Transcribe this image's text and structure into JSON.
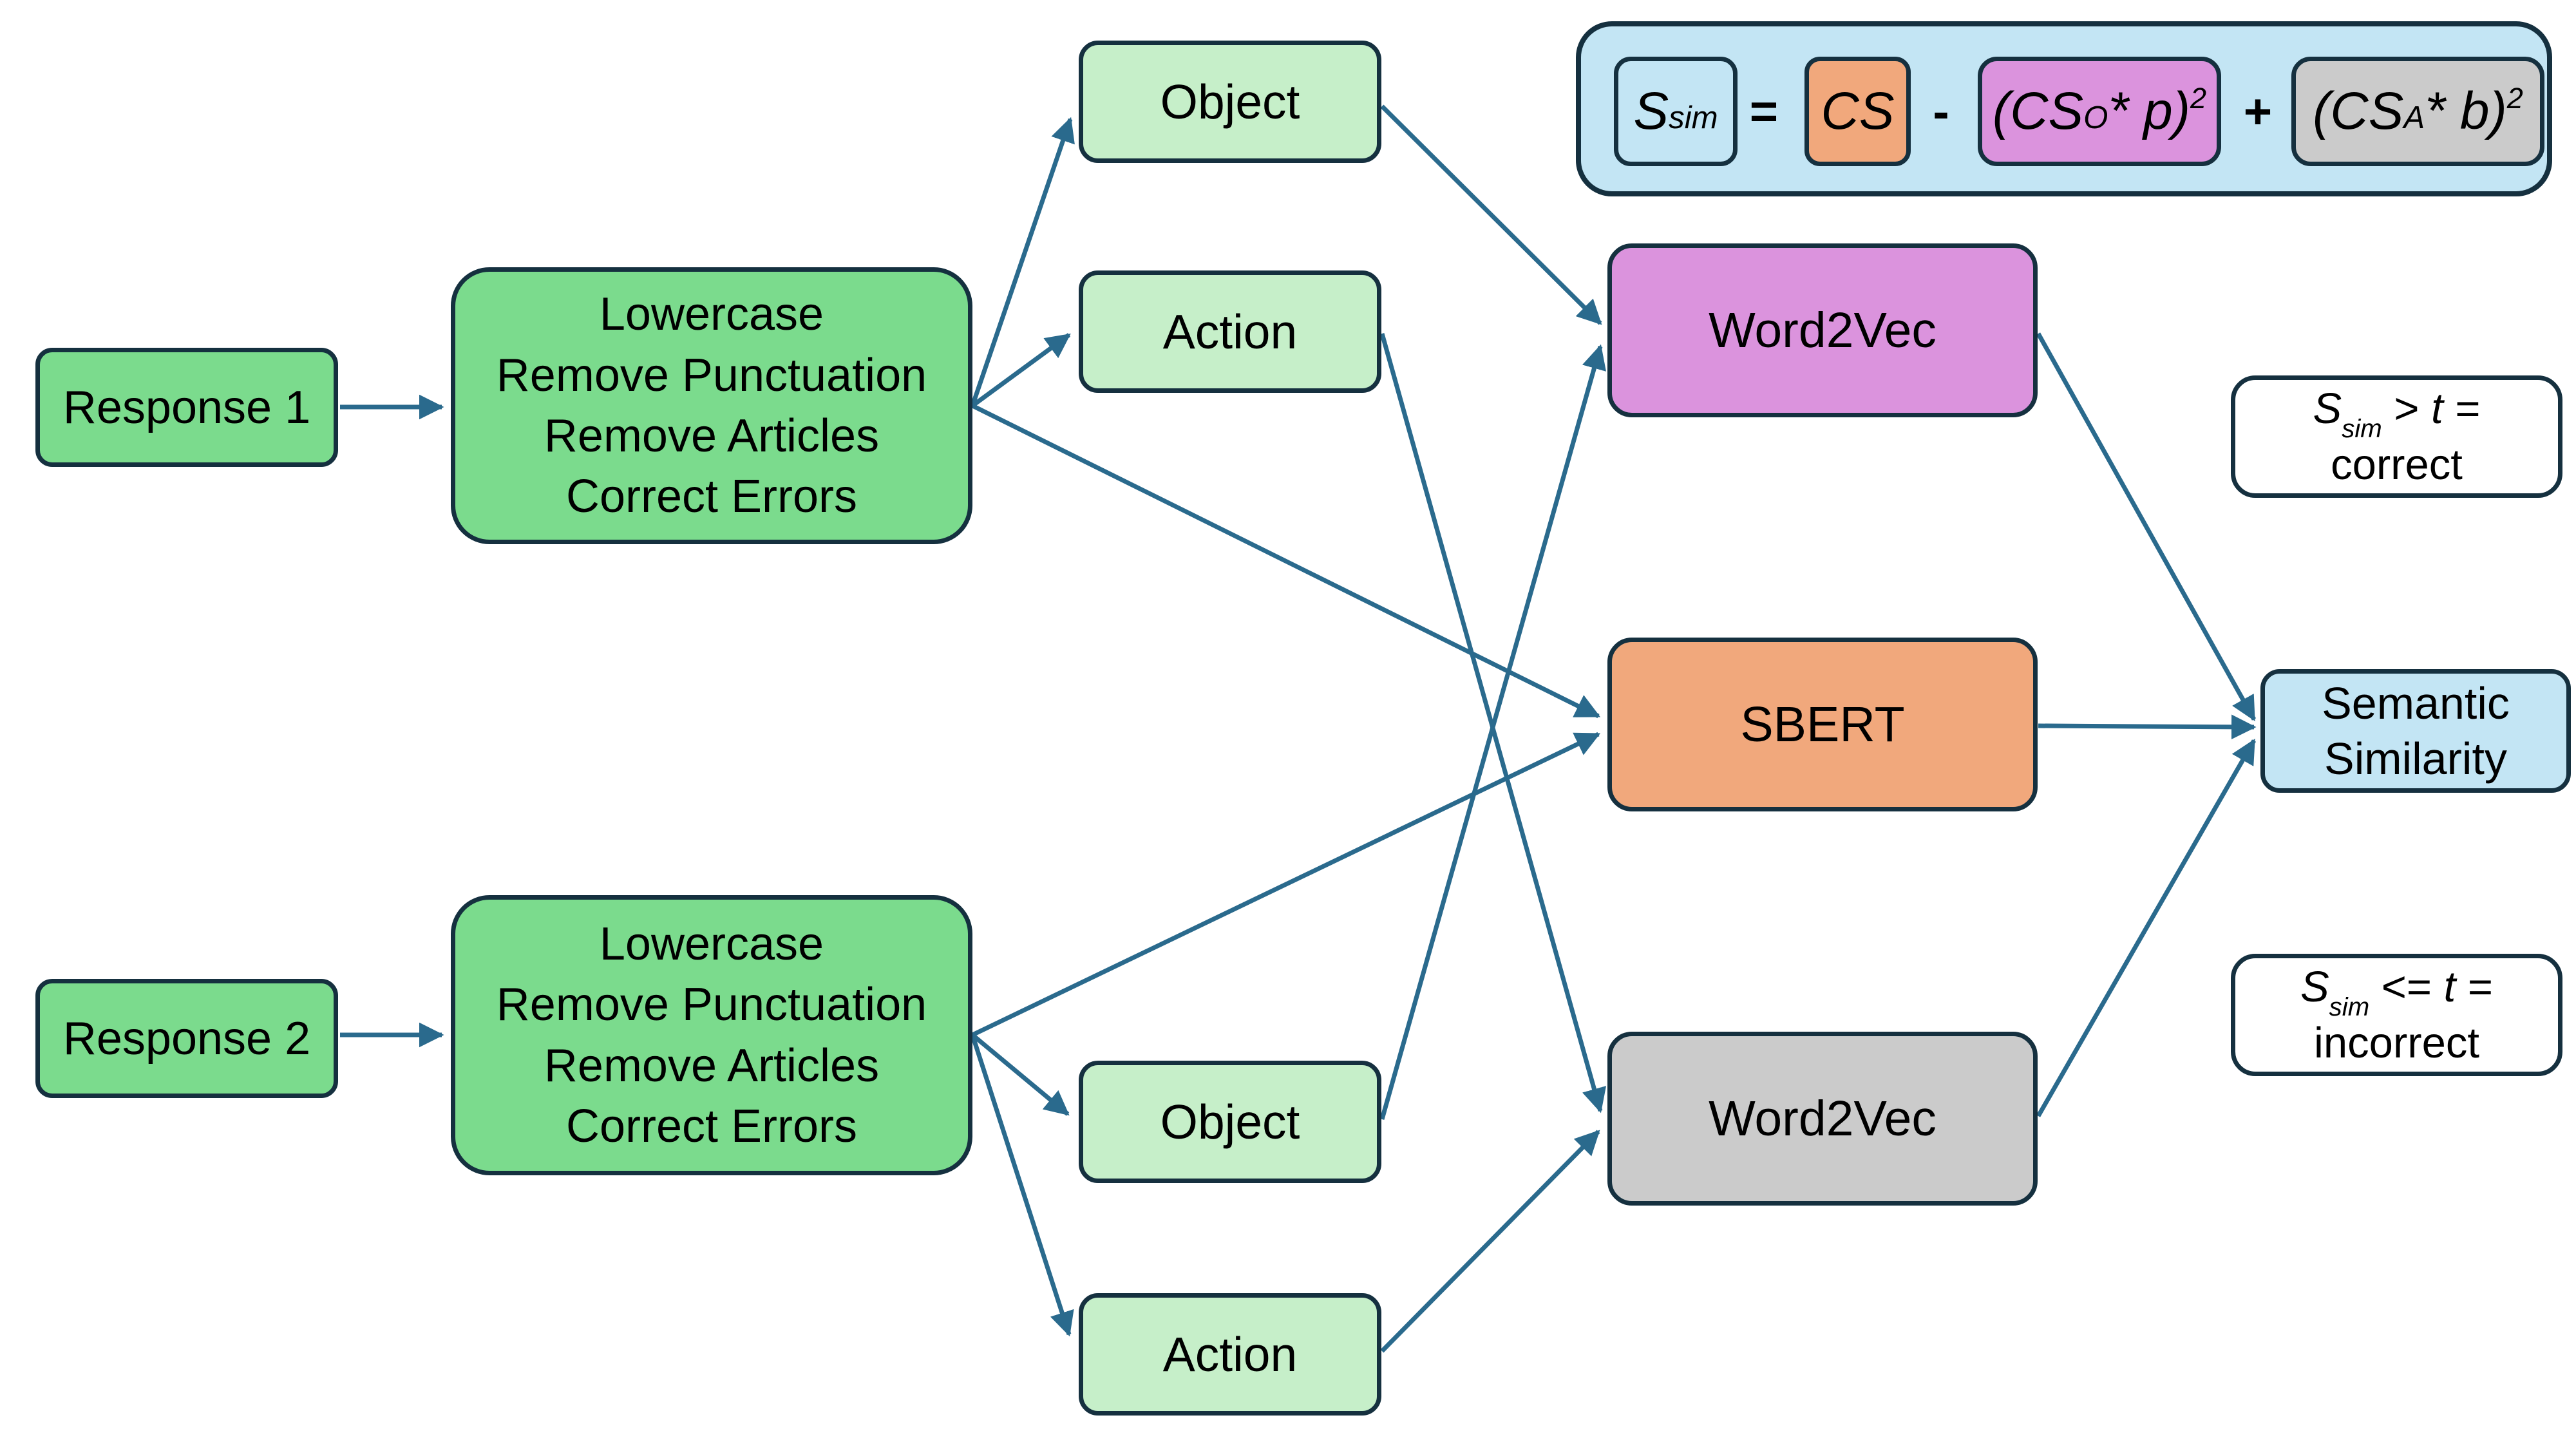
{
  "colors": {
    "background": "#ffffff",
    "border": "#15303f",
    "arrow": "#2a6a8d",
    "green": "#7bdb8d",
    "light_green": "#c6efc9",
    "pink": "#db93dd",
    "orange": "#f1a87c",
    "gray": "#cbcbcb",
    "light_blue": "#c3e5f4",
    "white": "#ffffff"
  },
  "nodes": {
    "response1": {
      "label": "Response 1"
    },
    "response2": {
      "label": "Response 2"
    },
    "preprocess1": {
      "label": "Lowercase\nRemove Punctuation\nRemove Articles\nCorrect Errors"
    },
    "preprocess2": {
      "label": "Lowercase\nRemove Punctuation\nRemove Articles\nCorrect Errors"
    },
    "object1": {
      "label": "Object"
    },
    "action1": {
      "label": "Action"
    },
    "object2": {
      "label": "Object"
    },
    "action2": {
      "label": "Action"
    },
    "word2vec1": {
      "label": "Word2Vec"
    },
    "sbert": {
      "label": "SBERT"
    },
    "word2vec2": {
      "label": "Word2Vec"
    },
    "semantic_similarity": {
      "label": "Semantic\nSimilarity"
    }
  },
  "formula": {
    "s": "S",
    "s_sub": "sim",
    "eq": "=",
    "cs": "CS",
    "minus": "-",
    "cso": {
      "open": "(CS",
      "sub": "O",
      "close": " * p)",
      "sup": "2"
    },
    "plus": "+",
    "csa": {
      "open": "(CS",
      "sub": "A",
      "close": " * b)",
      "sup": "2"
    }
  },
  "thresholds": {
    "correct": {
      "s": "S",
      "s_sub": "sim",
      "cond_pre": " > ",
      "t": "t",
      "cond_post": " =",
      "result": "correct"
    },
    "incorrect": {
      "s": "S",
      "s_sub": "sim",
      "cond_pre": " <= ",
      "t": "t",
      "cond_post": " =",
      "result": "incorrect"
    }
  }
}
